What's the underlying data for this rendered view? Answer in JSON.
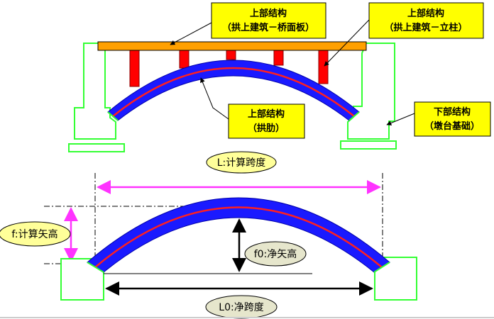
{
  "callouts": {
    "deck_title": "上部结构",
    "deck_sub": "（拱上建筑－桥面板）",
    "column_title": "上部结构",
    "column_sub": "（拱上建筑－立柱）",
    "rib_title": "上部结构",
    "rib_sub": "（拱肋）",
    "abutment_title": "下部结构",
    "abutment_sub": "（墩台基础）"
  },
  "dimensions": {
    "span_label": "L:计算跨度",
    "rise_label": "f:计算矢高",
    "net_rise_label": "f0:净矢高",
    "net_span_label": "L0:净跨度"
  },
  "colors": {
    "arch_blue": "#1a1aff",
    "arch_red_line": "#ff2020",
    "deck_orange": "#ffa000",
    "column_red": "#ff0000",
    "outline_green": "#33ff33",
    "callout_yellow": "#ffff00",
    "dim_magenta": "#ff33ff"
  }
}
